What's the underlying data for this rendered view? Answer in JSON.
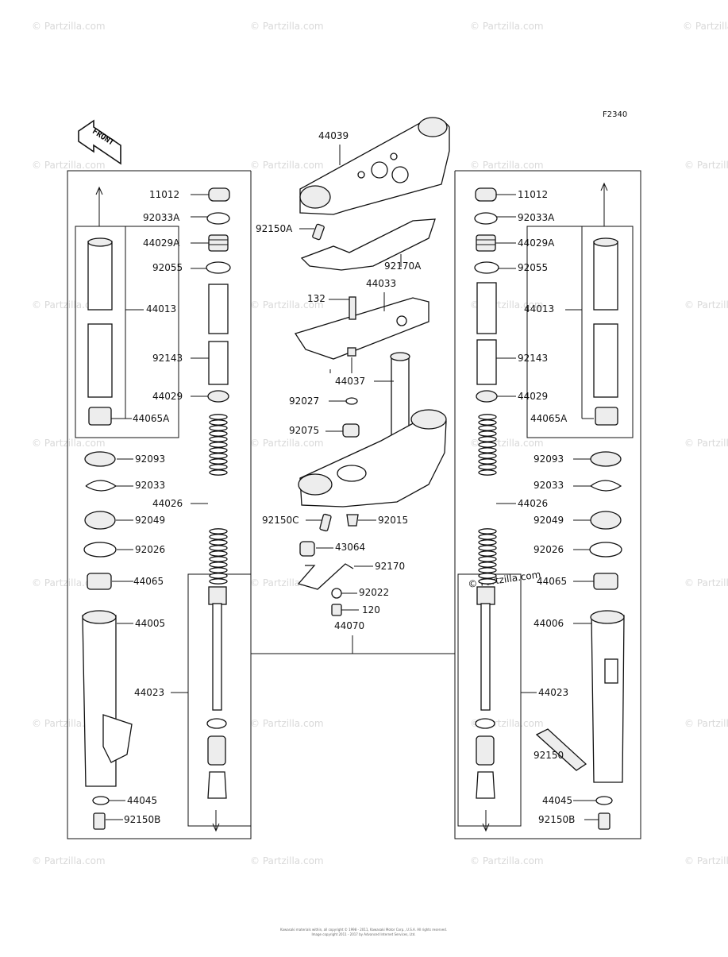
{
  "figure_code": "F2340",
  "front_label": "FRONT",
  "watermark_text": "© Partzilla.com",
  "footer": {
    "line1": "Kawasaki materials within, all copyright © 1998 - 2011, Kawasaki Motor Corp., U.S.A. All rights reserved.",
    "line2": "Image copyright 2011 - 2017 by Advanced Internet Services, Ltd."
  },
  "callouts": {
    "left": [
      "11012",
      "92033A",
      "44029A",
      "92055",
      "44013",
      "92143",
      "44029",
      "44065A",
      "92093",
      "92033",
      "44026",
      "92049",
      "92026",
      "44065",
      "44005",
      "44023",
      "44045",
      "92150B"
    ],
    "center": [
      "44039",
      "92150A",
      "92170A",
      "44033",
      "132",
      "44037",
      "92027",
      "92075",
      "92150C",
      "92015",
      "43064",
      "92170",
      "92022",
      "120",
      "44070"
    ],
    "right": [
      "11012",
      "92033A",
      "44029A",
      "92055",
      "44013",
      "92143",
      "44029",
      "44065A",
      "92093",
      "92033",
      "44026",
      "92049",
      "92026",
      "44065",
      "44006",
      "44023",
      "92150",
      "44045",
      "92150B"
    ]
  }
}
